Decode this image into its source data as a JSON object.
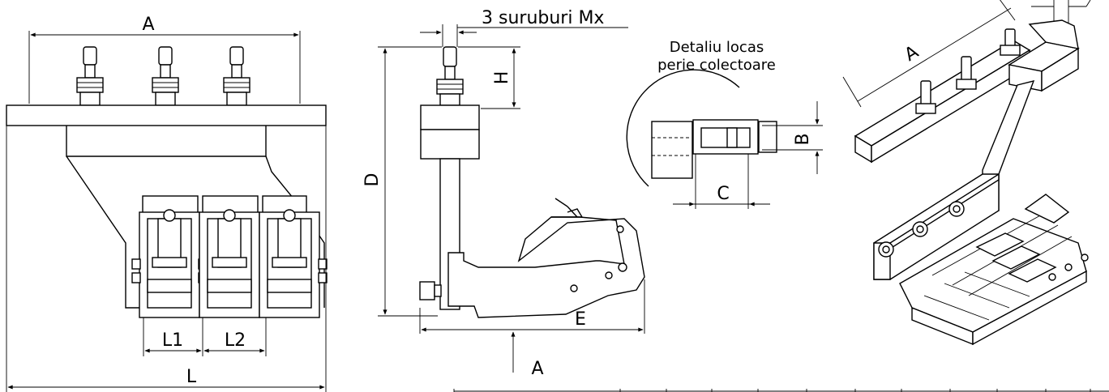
{
  "front_view": {
    "dim_top_label": "A",
    "dim_bottom_label": "L",
    "dim_l1_label": "L1",
    "dim_l2_label": "L2"
  },
  "side_view": {
    "screws_label": "3 suruburi Mx",
    "dim_h_label": "H",
    "dim_d_label": "D",
    "dim_e_label": "E",
    "view_arrow_label": "A"
  },
  "detail": {
    "title_line1": "Detaliu locas",
    "title_line2": "perie colectoare",
    "dim_b_label": "B",
    "dim_c_label": "C"
  },
  "iso_view": {
    "dim_a_label": "A"
  }
}
